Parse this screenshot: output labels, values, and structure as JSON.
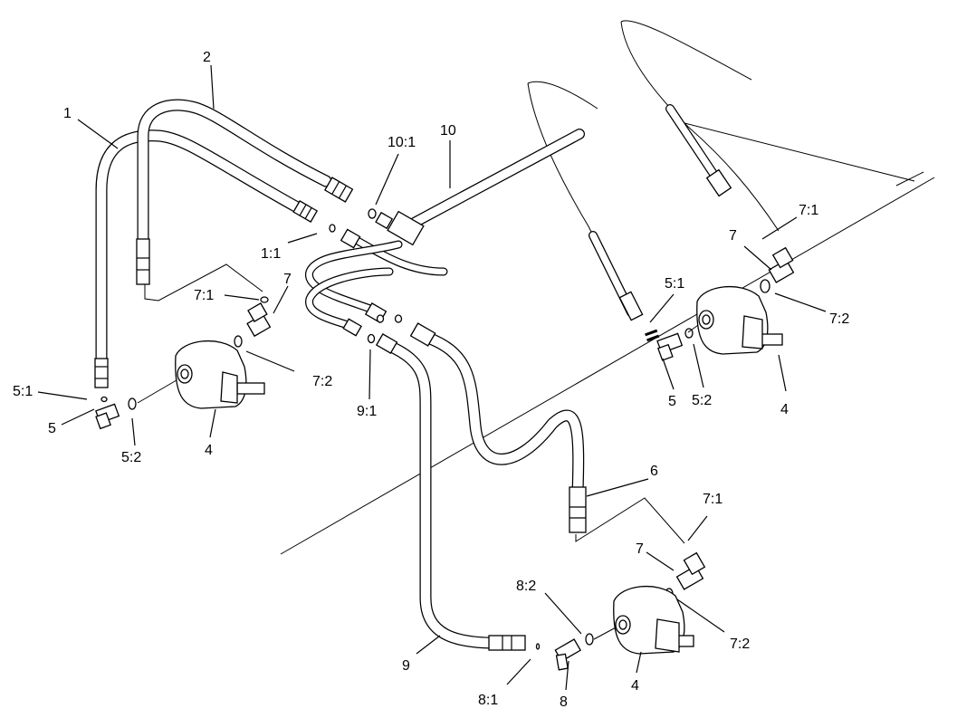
{
  "labels": {
    "l1": "1",
    "l2": "2",
    "l10_1": "10:1",
    "l10": "10",
    "l1_1": "1:1",
    "l7_left": "7",
    "l7_1_left": "7:1",
    "l7_2_left": "7:2",
    "l5_1_left": "5:1",
    "l5_left": "5",
    "l5_2_left": "5:2",
    "l4_left": "4",
    "l9_1": "9:1",
    "l5_1_right": "5:1",
    "l5_right": "5",
    "l5_2_right": "5:2",
    "l4_right": "4",
    "l7_right": "7",
    "l7_1_right": "7:1",
    "l7_2_right": "7:2",
    "l6": "6",
    "l7_1_bottom": "7:1",
    "l7_bottom": "7",
    "l7_2_bottom": "7:2",
    "l8_2": "8:2",
    "l9": "9",
    "l8_1": "8:1",
    "l8": "8",
    "l4_bottom": "4"
  }
}
